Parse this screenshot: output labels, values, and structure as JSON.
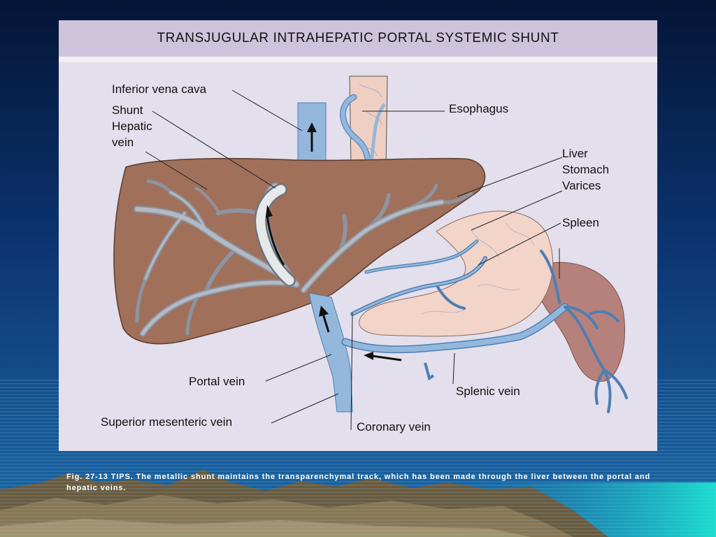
{
  "slide": {
    "title": "TRANSJUGULAR INTRAHEPATIC PORTAL SYSTEMIC SHUNT",
    "caption": "Fig. 27-13  TIPS. The metallic shunt maintains the transparenchymal track, which has been made through the liver between the portal and hepatic veins."
  },
  "labels": {
    "ivc": "Inferior vena cava",
    "shunt": "Shunt",
    "hepatic_1": "Hepatic",
    "hepatic_2": "vein",
    "esophagus": "Esophagus",
    "liver": "Liver",
    "stomach": "Stomach",
    "varices": "Varices",
    "spleen": "Spleen",
    "portal": "Portal vein",
    "splenic": "Splenic vein",
    "sup_mesenteric": "Superior mesenteric vein",
    "coronary": "Coronary vein"
  },
  "colors": {
    "liver": "#a0705a",
    "vein": "#94b8dc",
    "hepatic_vein": "#9aa2ae",
    "stomach": "#f3d4c8",
    "spleen": "#b7817b",
    "panel": "#e3dfec",
    "title_band": "#cdc4dc"
  }
}
